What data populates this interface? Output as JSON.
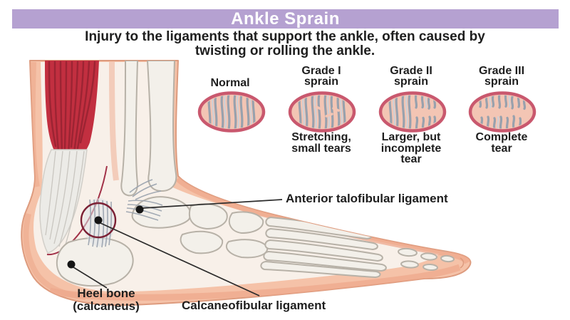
{
  "title": "Ankle Sprain",
  "subtitle": {
    "line1": "Injury to the ligaments that support the ankle, often caused by",
    "line2": "twisting or rolling the ankle."
  },
  "grades": [
    {
      "name_lines": [
        "Normal"
      ],
      "caption_lines": []
    },
    {
      "name_lines": [
        "Grade I",
        "sprain"
      ],
      "caption_lines": [
        "Stretching,",
        "small tears"
      ]
    },
    {
      "name_lines": [
        "Grade II",
        "sprain"
      ],
      "caption_lines": [
        "Larger, but",
        "incomplete",
        "tear"
      ]
    },
    {
      "name_lines": [
        "Grade III",
        "sprain"
      ],
      "caption_lines": [
        "Complete",
        "tear"
      ]
    }
  ],
  "anatomy_labels": {
    "anterior_talofibular": "Anterior talofibular ligament",
    "heel_line1": "Heel bone",
    "heel_line2": "(calcaneus)",
    "calcaneofibular": "Calcaneofibular ligament"
  },
  "icons": {
    "annotation_circle": "sprain-site-circle",
    "leader_dot": "anatomy-pointer-dot"
  },
  "colors": {
    "banner": "#b5a1d1",
    "title_text": "#ffffff",
    "body_text": "#1e1e1e",
    "inset_border": "#c9586e",
    "inset_fill": "#f3c5b4",
    "ligament_fiber": "#98a1ad",
    "fiber_highlight": "#ccd1d8",
    "skin": "#f5c2a8",
    "skin_shade": "#eda88c",
    "skin_outline": "#dd9b7e",
    "interior": "#f8f0e9",
    "muscle": "#c22f40",
    "muscle_stripe": "#9c2433",
    "bone": "#f3f0ea",
    "bone_outline": "#b7b1a7",
    "tendon": "#ecebe7",
    "annotation": "#7b2034",
    "dot": "#151515",
    "leader": "#2b2b2b"
  }
}
